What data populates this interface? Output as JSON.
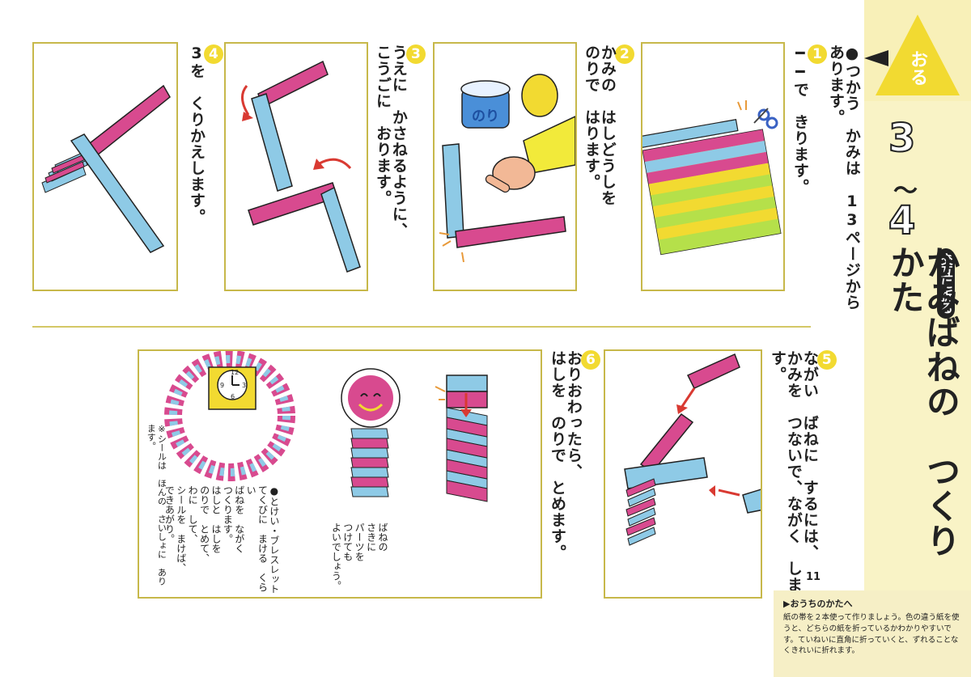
{
  "header": {
    "badge": "おる",
    "title_num_top": "3",
    "title_tilde": "〜",
    "title_num_bottom": "4",
    "title_unit": "歳",
    "tag": "交互に折る",
    "title_text": "かみばねの　つくりかた"
  },
  "intro": {
    "lines": [
      "●つかう　かみは　13ページから　あります。"
    ]
  },
  "steps": [
    {
      "num": "1",
      "lines": [
        "━━で　きります。"
      ]
    },
    {
      "num": "2",
      "lines": [
        "かみの　はしどうしを",
        "のりで　はります。"
      ]
    },
    {
      "num": "3",
      "lines": [
        "うえに　かさねるように、",
        "こうごに　おります。"
      ]
    },
    {
      "num": "4",
      "lines": [
        "3を　くりかえします。"
      ]
    },
    {
      "num": "5",
      "lines": [
        "ながい　ばねに　するには、",
        "かみを　つないで、ながく　します。"
      ]
    },
    {
      "num": "6",
      "lines": [
        "おりおわったら、",
        "はしを　のりで　とめます。"
      ]
    }
  ],
  "glue_label": "のり",
  "clock_numbers": [
    "12",
    "3",
    "6",
    "9"
  ],
  "spring_note": [
    "ばねの",
    "さきに",
    "パーツを",
    "つけても",
    "よいでしょう。"
  ],
  "bracelet_note": [
    "●とけい・ブレスレット",
    "てくびに　まける　くらい",
    "ばねを　ながく",
    "つくります。",
    "はしと　はしを",
    "のりで　とめて、",
    "わに　して、",
    "シールを　まけば、",
    "できあがり。"
  ],
  "sticker_note": "※シールは　ほんの　さいしょに　あります。",
  "page_number": "11",
  "parents": {
    "title": "▶おうちのかたへ",
    "body": "紙の帯を２本使って作りましょう。色の違う紙を使うと、どちらの紙を折っているかわかりやすいです。ていねいに直角に折っていくと、ずれることなくきれいに折れます。"
  },
  "colors": {
    "pink": "#d84a8f",
    "blue": "#8ecae6",
    "yellow": "#f2da31",
    "frame": "#c7b84a",
    "red": "#d93a32"
  }
}
